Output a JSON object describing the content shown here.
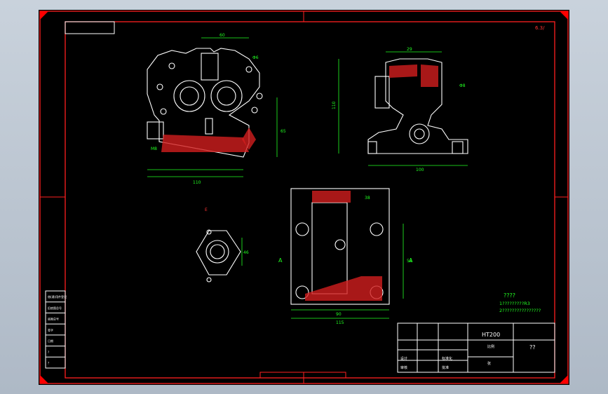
{
  "colors": {
    "frame": "#ff2020",
    "outline": "#ffffff",
    "dimension": "#22ff22",
    "hatch": "#d21e1e",
    "background": "#000000",
    "corner": "#ff0000"
  },
  "title_block": {
    "material": "HT200",
    "company": "??",
    "scale_label": "比例",
    "sheet_label": "张",
    "design_label": "设计",
    "check_label": "审核",
    "approve_label": "批准",
    "standard_label": "标准化"
  },
  "notes": {
    "heading": "????",
    "line1": "1?????????R3",
    "line2": "2????????????????"
  },
  "roughness": "6.3/",
  "section_labels": {
    "a_left": "A",
    "a_right": "A",
    "e": "E"
  },
  "side_table": [
    "借(通)用件登记",
    "旧底图总号",
    "底图总号",
    "签字",
    "日期",
    "?",
    "?"
  ],
  "dims": {
    "top_width": "110",
    "side_height": "110",
    "side_width": "100",
    "plan_width": "115",
    "plan_inner": "90",
    "plan_height": "58",
    "bolt": "M8",
    "tol1": "Φ6",
    "tol2": "Φ8",
    "d60": "60",
    "d46": "46",
    "d65": "65",
    "d29": "29",
    "d38": "38"
  }
}
